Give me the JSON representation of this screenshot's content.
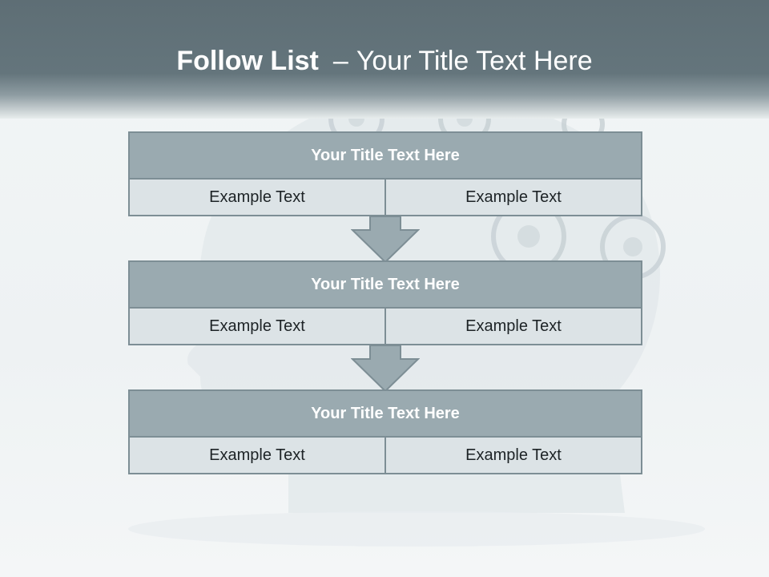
{
  "header": {
    "title_bold": "Follow List",
    "title_separator": "–",
    "title_rest": "Your Title Text Here"
  },
  "blocks": [
    {
      "title": "Your Title Text Here",
      "left": "Example Text",
      "right": "Example Text"
    },
    {
      "title": "Your Title Text Here",
      "left": "Example Text",
      "right": "Example Text"
    },
    {
      "title": "Your Title Text Here",
      "left": "Example Text",
      "right": "Example Text"
    }
  ],
  "colors": {
    "header": "#64757c",
    "block_title_fill": "#9aaab0",
    "cell_fill": "#dce3e6",
    "border": "#7d8e95",
    "arrow_fill": "#9aaab0"
  },
  "decor": {
    "background_image": "head-with-gears-icon",
    "arrow_icon": "down-arrow-icon"
  }
}
